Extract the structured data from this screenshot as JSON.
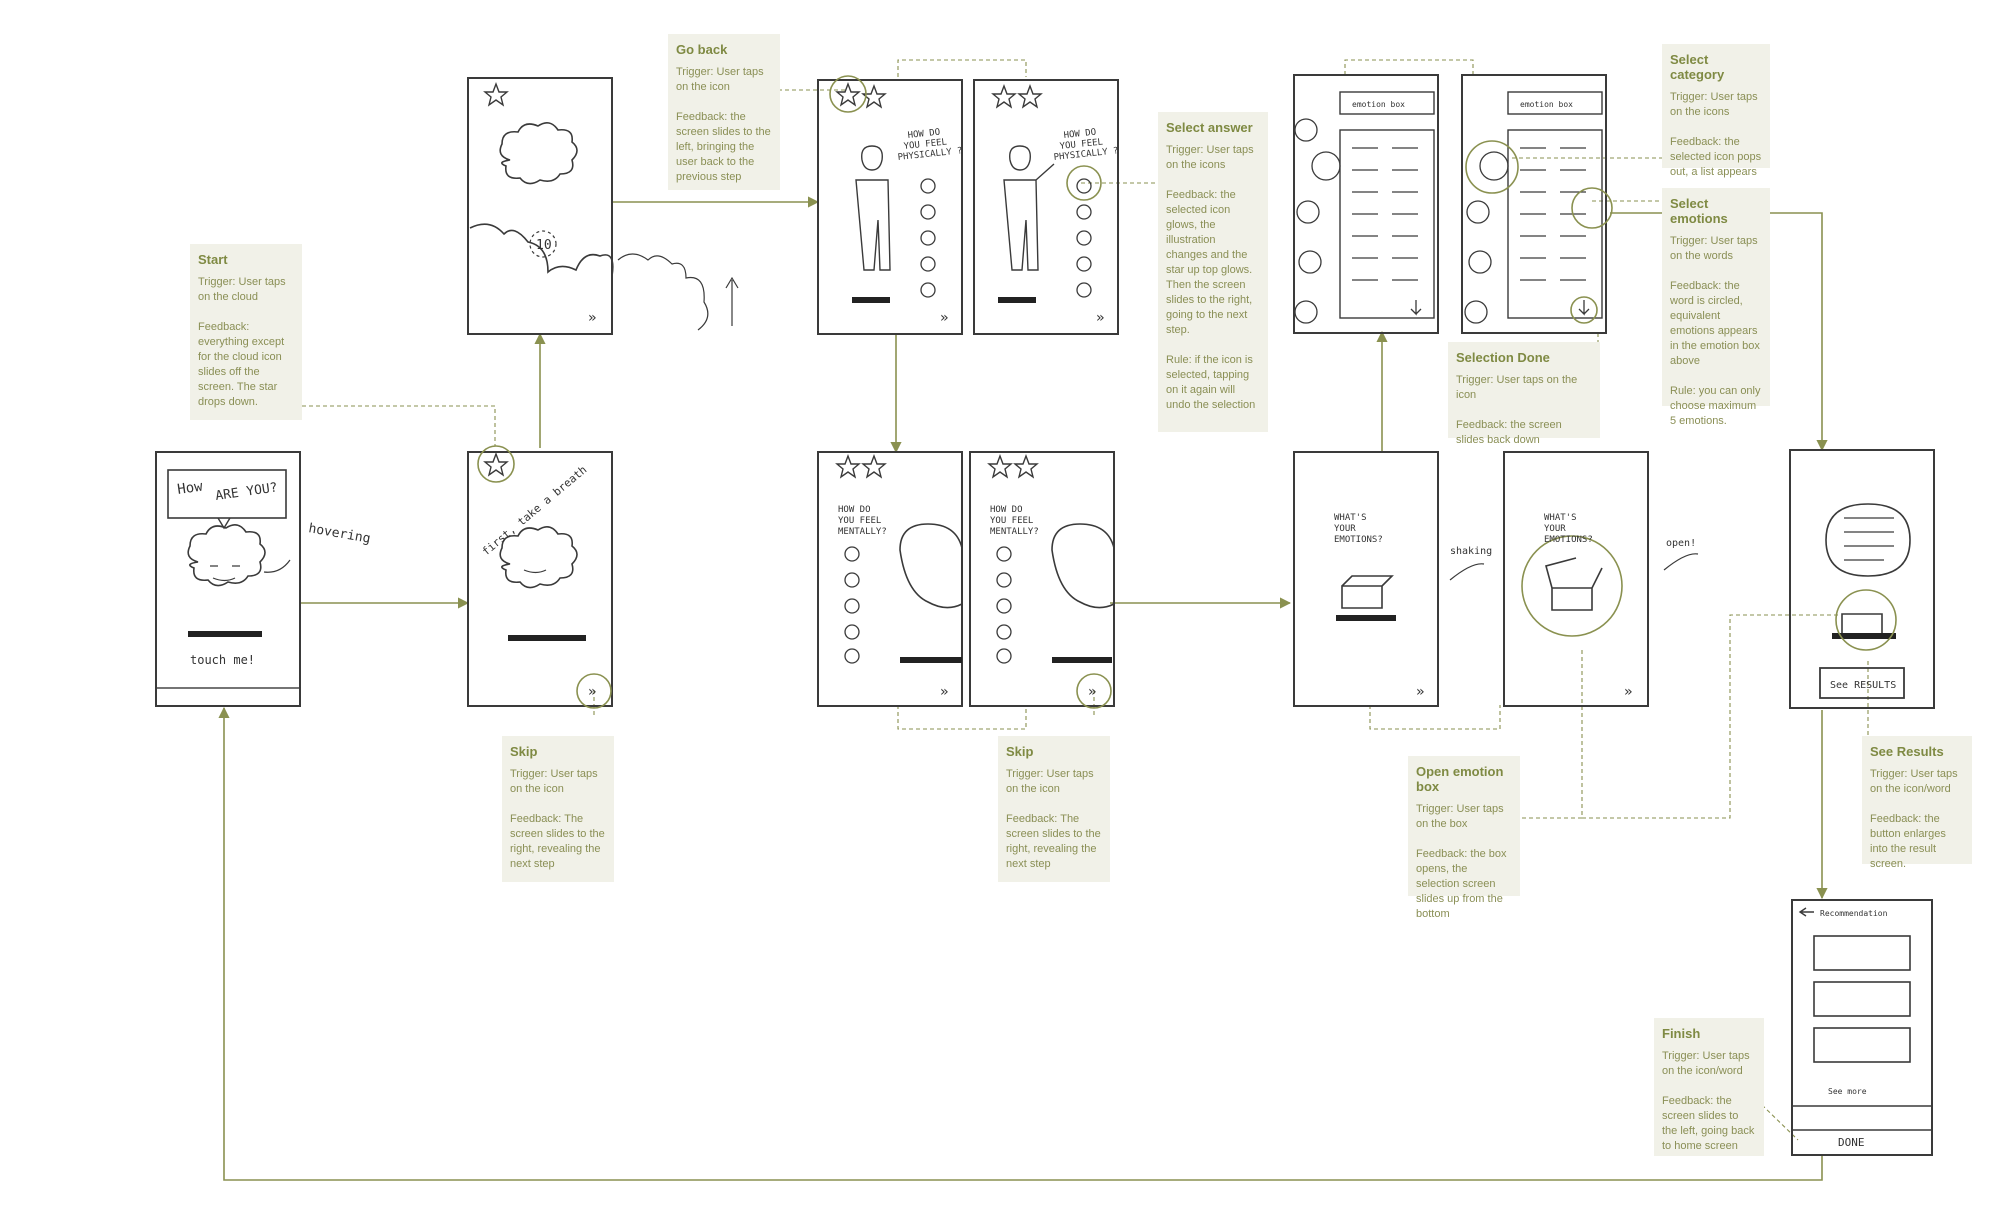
{
  "colors": {
    "accent": "#8a9150",
    "sketch": "#3a3a3a",
    "note_bg": "#f1f1e8",
    "note_text": "#8a8f55"
  },
  "notes": {
    "start": {
      "title": "Start",
      "body": "Trigger: User taps on the cloud\n\nFeedback: everything except for the cloud icon slides off the screen. The star drops down."
    },
    "go_back": {
      "title": "Go back",
      "body": "Trigger: User taps on the icon\n\nFeedback: the screen slides to the left, bringing the user back to the previous step"
    },
    "select_answer": {
      "title": "Select answer",
      "body": "Trigger: User taps on the icons\n\nFeedback: the selected  icon glows, the illustration changes and the star up top glows.\nThen the screen slides to the right, going to the next step.\n\nRule: if the icon is selected, tapping on it again will undo the selection"
    },
    "select_category": {
      "title": "Select category",
      "body": "Trigger: User taps on the icons\n\nFeedback: the selected  icon pops out, a list appears"
    },
    "select_emotions": {
      "title": "Select emotions",
      "body": "Trigger: User taps on the words\n\nFeedback: the word is circled, equivalent emotions appears in the emotion box above\n\nRule: you can only choose maximum 5 emotions."
    },
    "selection_done": {
      "title": "Selection Done",
      "body": "Trigger: User taps on the icon\n\nFeedback: the screen slides back down"
    },
    "skip_1": {
      "title": "Skip",
      "body": "Trigger: User taps on the icon\n\nFeedback: The screen slides to the right, revealing the next step"
    },
    "skip_2": {
      "title": "Skip",
      "body": "Trigger: User taps on the icon\n\nFeedback: The screen slides to the right, revealing the next step"
    },
    "open_emotion_box": {
      "title": "Open emotion box",
      "body": "Trigger: User taps on the box\n\nFeedback: the box opens, the selection screen slides up from the bottom"
    },
    "see_results": {
      "title": "See Results",
      "body": "Trigger: User taps on the icon/word\n\nFeedback: the button enlarges into the result screen."
    },
    "finish": {
      "title": "Finish",
      "body": "Trigger: User taps on the icon/word\n\nFeedback: the screen slides to the left, going back to home screen"
    }
  },
  "sketch_text": {
    "how_are_you_1": "How",
    "how_are_you_2": "ARE YOU?",
    "hovering": "hovering",
    "touch_me": "touch me!",
    "first_breath": "first, take a breath",
    "countdown": "10",
    "q_physically_1": "HOW DO",
    "q_physically_2": "YOU FEEL",
    "q_physically_3": "PHYSICALLY ?",
    "q_mentally_1": "HOW DO",
    "q_mentally_2": "YOU FEEL",
    "q_mentally_3": "MENTALLY?",
    "q_emotions_1": "WHAT'S",
    "q_emotions_2": "YOUR",
    "q_emotions_3": "EMOTIONS?",
    "shaking": "shaking",
    "open": "open!",
    "emotion_box": "emotion box",
    "see_results": "See RESULTS",
    "recommendation": "Recommendation",
    "see_more": "See more",
    "done": "DONE"
  }
}
